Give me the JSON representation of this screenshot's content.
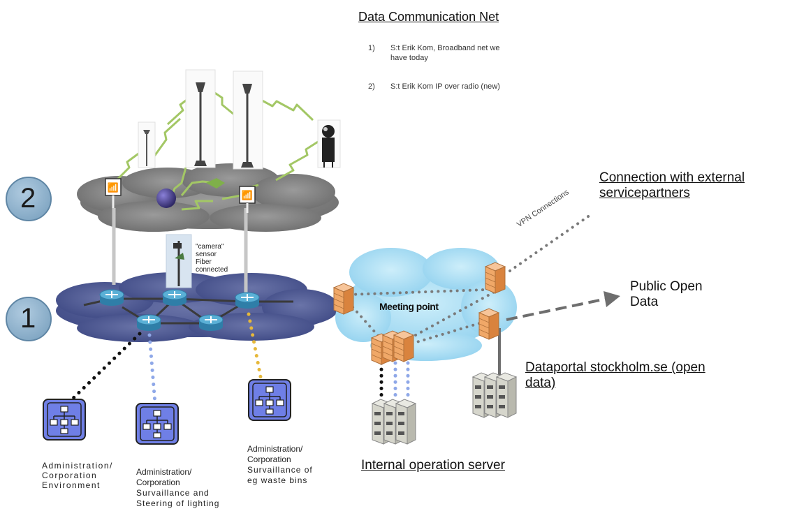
{
  "header": {
    "title": "Data Communication Net",
    "items": [
      {
        "num": "1)",
        "line1": "S:t Erik Kom, Broadband net we",
        "line2": "have today"
      },
      {
        "num": "2)",
        "line1": "S:t Erik Kom IP over radio (new)",
        "line2": ""
      }
    ]
  },
  "levels": {
    "level2": "2",
    "level1": "1"
  },
  "camera": {
    "line1": "\"camera\"",
    "line2": "sensor",
    "line3": "Fiber",
    "line4": "connected"
  },
  "meeting_point": "Meeting point",
  "vpn": "VPN Connections",
  "external": {
    "line1": "Connection with external",
    "line2": "servicepartners"
  },
  "public": {
    "line1": "Public Open",
    "line2": "Data"
  },
  "dataportal": {
    "line1": "Dataportal stockholm.se (open",
    "line2": "data)"
  },
  "internal_server": "Internal operation server",
  "admin": [
    {
      "line1": "Administration/",
      "line2": "Corporation",
      "line3": "Environment",
      "line4": ""
    },
    {
      "line1": "Administration/",
      "line2": "Corporation",
      "line3": "Survaillance and",
      "line4": "Steering of lighting"
    },
    {
      "line1": "Administration/",
      "line2": "Corporation",
      "line3": "Survaillance of",
      "line4": "eg waste bins"
    }
  ],
  "colors": {
    "cloud_top": "#7a7a7a",
    "cloud_bottom": "#4a5590",
    "cloud_meeting": "#aedff3",
    "level_circle": "#8fb3cc",
    "router": "#5ab0d6",
    "firewall": "#f0a868",
    "admin_box": "#6f7fe6",
    "radio_link": "#9bc15a",
    "dot_black": "#111111",
    "dot_blue": "#8fa8e8",
    "dot_yellow": "#e6b83a",
    "dot_grey": "#777777"
  }
}
